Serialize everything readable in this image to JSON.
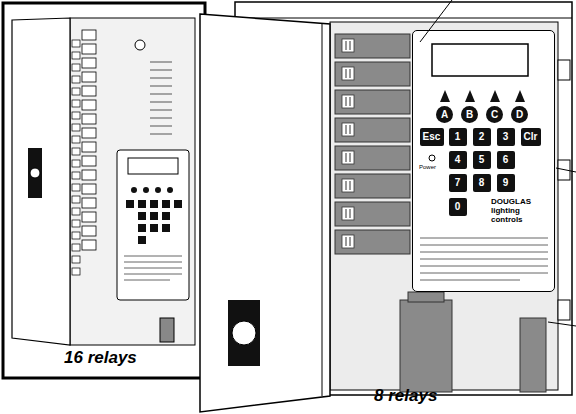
{
  "diagram": {
    "nodes": [
      {
        "text": [
          "DOUGLAS lighting controls"
        ]
      },
      {
        "text": [
          "A"
        ],
        "in": 0
      },
      {
        "text": [
          "B"
        ],
        "in": 0
      },
      {
        "text": [
          "C"
        ],
        "in": 0
      },
      {
        "text": [
          "D"
        ],
        "in": 0
      },
      {
        "text": [
          "Esc"
        ],
        "in": 0
      },
      {
        "text": [
          "1"
        ],
        "in": 0
      },
      {
        "text": [
          "2"
        ],
        "in": 0
      },
      {
        "text": [
          "3"
        ],
        "in": 0
      },
      {
        "text": [
          "Clr"
        ],
        "in": 0
      },
      {
        "text": [
          "4"
        ],
        "in": 0
      },
      {
        "text": [
          "5"
        ],
        "in": 0
      },
      {
        "text": [
          "6"
        ],
        "in": 0
      },
      {
        "text": [
          "7"
        ],
        "in": 0
      },
      {
        "text": [
          "8"
        ],
        "in": 0
      },
      {
        "text": [
          "9"
        ],
        "in": 0
      },
      {
        "text": [
          "0"
        ],
        "in": 0
      }
    ],
    "labels": [
      "16 relays",
      "8 relays",
      "Power"
    ]
  }
}
